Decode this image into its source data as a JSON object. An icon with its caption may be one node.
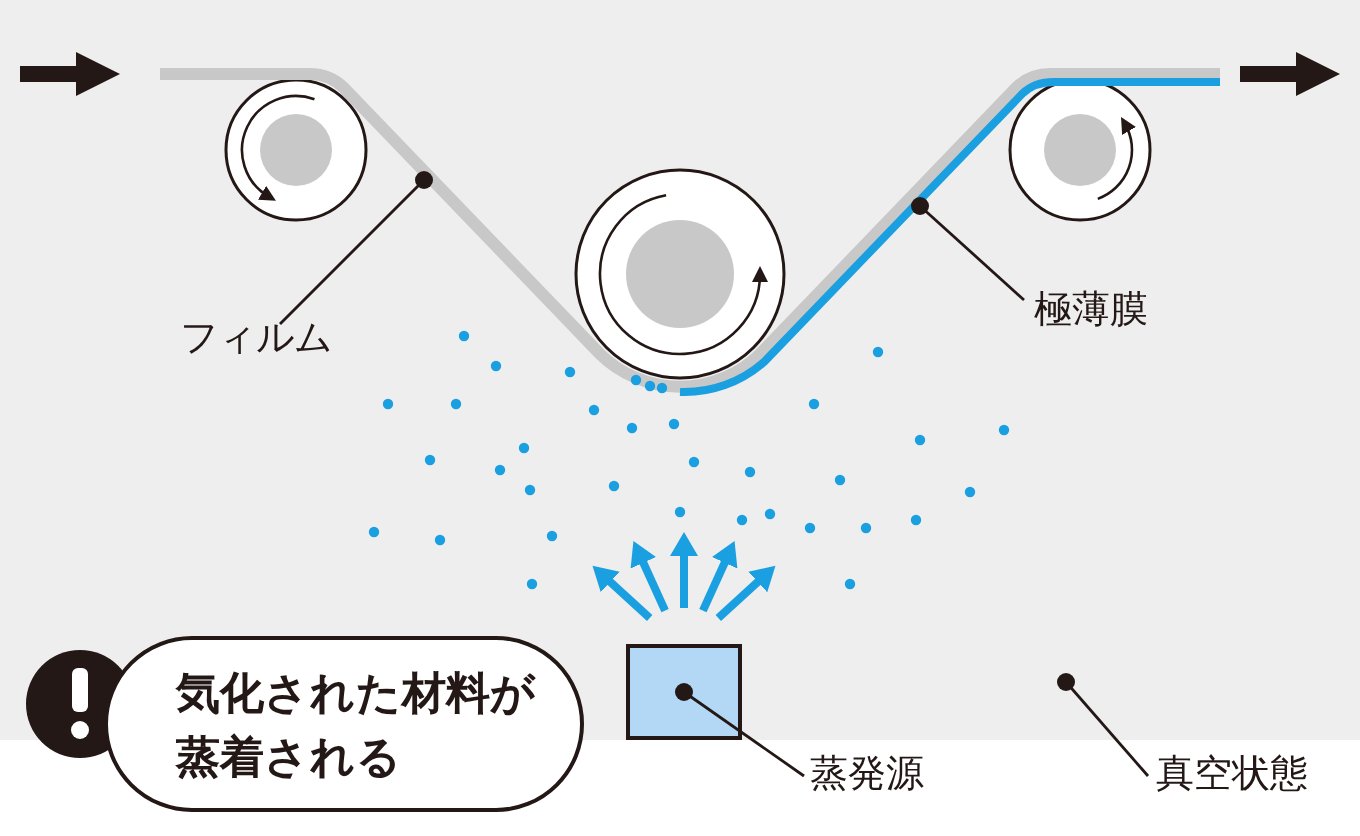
{
  "diagram": {
    "nodes": [
      {
        "text": [
          "フィルム"
        ]
      },
      {
        "text": [
          "極薄膜"
        ]
      },
      {
        "text": [
          "気化された材料が蒸着される"
        ]
      },
      {
        "text": [],
        "shape": "box"
      },
      {
        "text": [
          "蒸発源"
        ]
      },
      {
        "text": [
          "真空状態"
        ]
      }
    ],
    "edges": [
      {
        "from": 0,
        "to": null,
        "arrow": "other"
      },
      {
        "from": 1,
        "to": null,
        "arrow": "other"
      },
      {
        "from": 4,
        "to": 3,
        "arrow": "other"
      },
      {
        "from": 5,
        "to": null,
        "arrow": "other"
      }
    ]
  }
}
